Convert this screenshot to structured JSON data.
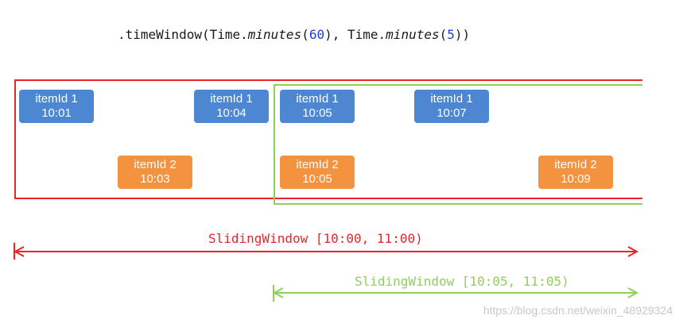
{
  "code": {
    "prefix": ".timeWindow(Time.",
    "fn1": "minutes",
    "open1": "(",
    "arg1": "60",
    "mid": "), Time.",
    "fn2": "minutes",
    "open2": "(",
    "arg2": "5",
    "suffix": "))"
  },
  "events": [
    {
      "id": "itemId 1",
      "time": "10:01",
      "color": "#4d86d1"
    },
    {
      "id": "itemId 2",
      "time": "10:03",
      "color": "#f3923f"
    },
    {
      "id": "itemId 1",
      "time": "10:04",
      "color": "#4d86d1"
    },
    {
      "id": "itemId 1",
      "time": "10:05",
      "color": "#4d86d1"
    },
    {
      "id": "itemId 2",
      "time": "10:05",
      "color": "#f3923f"
    },
    {
      "id": "itemId 1",
      "time": "10:07",
      "color": "#4d86d1"
    },
    {
      "id": "itemId 2",
      "time": "10:09",
      "color": "#f3923f"
    }
  ],
  "windows": [
    {
      "label": "SlidingWindow [10:00, 11:00)",
      "color": "#e8262a"
    },
    {
      "label": "SlidingWindow [10:05, 11:05)",
      "color": "#8fd05a"
    }
  ],
  "watermark": "https://blog.csdn.net/weixin_48929324"
}
